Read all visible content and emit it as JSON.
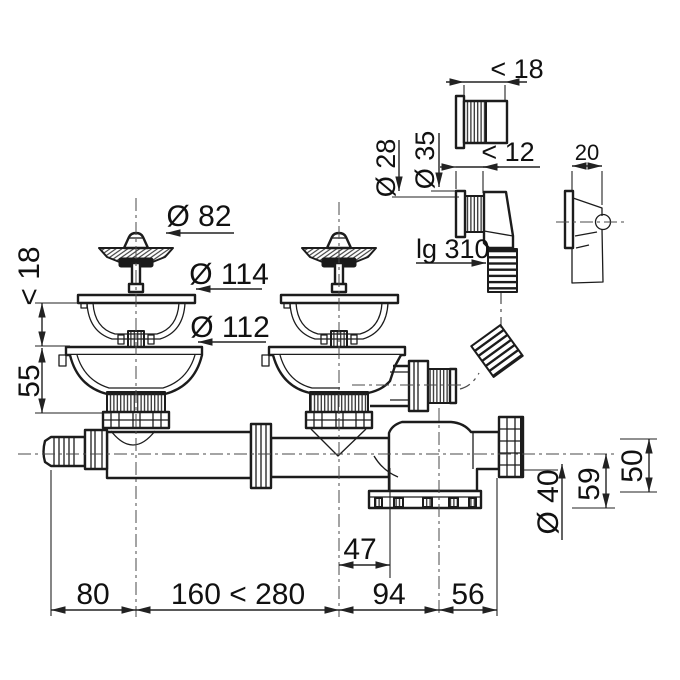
{
  "drawing": {
    "type": "technical-dimension-drawing",
    "subject": "double-bowl-sink-waste-kit",
    "colors": {
      "line": "#1c1c1c",
      "centerline": "#4a4a4a",
      "background": "#ffffff",
      "text": "#111111"
    },
    "dimensions": {
      "plug_diameter": "Ø 82",
      "flange_diameter": "Ø 114",
      "body_diameter": "Ø 112",
      "deck_thickness_max": "< 18",
      "basket_depth": "55",
      "overflow_bush_max": "< 18",
      "overflow_collar_max": "< 12",
      "overflow_d28": "Ø 28",
      "overflow_d35": "Ø 35",
      "hose_length": "lg 310",
      "face_width": "20",
      "outlet_diameter": "Ø 40",
      "outlet_drop": "59",
      "outlet_height": "50",
      "span_left": "80",
      "span_pipe_range": "160 < 280",
      "span_outlet": "94",
      "span_right": "56",
      "span_branch": "47"
    }
  }
}
